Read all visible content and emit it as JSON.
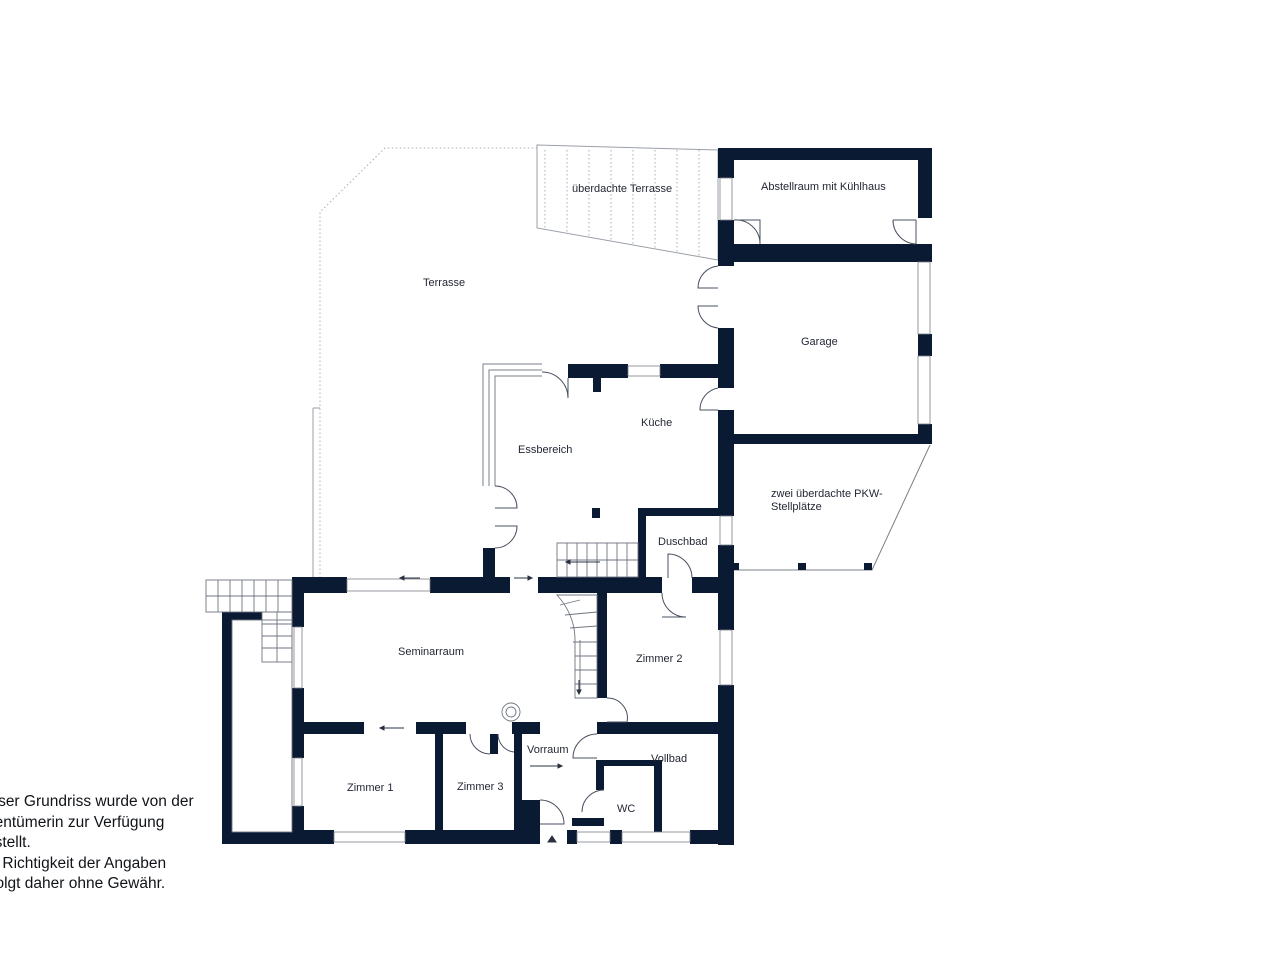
{
  "rooms": {
    "ueberdachte_terrasse": "überdachte Terrasse",
    "abstellraum": "Abstellraum mit Kühlhaus",
    "terrasse": "Terrasse",
    "garage": "Garage",
    "kueche": "Küche",
    "essbereich": "Essbereich",
    "stellplaetze_line1": "zwei überdachte PKW-",
    "stellplaetze_line2": "Stellplätze",
    "duschbad": "Duschbad",
    "seminarraum": "Seminarraum",
    "zimmer2": "Zimmer 2",
    "vorraum": "Vorraum",
    "vollbad": "Vollbad",
    "zimmer1": "Zimmer 1",
    "zimmer3": "Zimmer 3",
    "wc": "WC"
  },
  "disclaimer": {
    "line1": "ieser Grundriss wurde von der",
    "line2": "gentümerin zur Verfügung",
    "line3": "estellt.",
    "line4": "ie Richtigkeit der Angaben",
    "line5": "rfolgt daher ohne Gewähr."
  },
  "colors": {
    "wall": "#0b1a33",
    "background": "#ffffff"
  }
}
